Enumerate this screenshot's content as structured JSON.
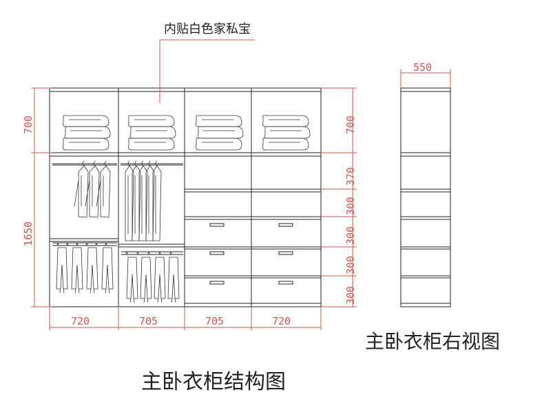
{
  "annotation": "内贴白色家私宝",
  "main_title": "主卧衣柜结构图",
  "side_title": "主卧衣柜右视图",
  "side_width": "550",
  "left_heights": [
    "700",
    "1650"
  ],
  "right_heights": [
    "700",
    "370",
    "300",
    "300",
    "300",
    "300"
  ],
  "bottom_widths": [
    "720",
    "705",
    "705",
    "720"
  ],
  "colors": {
    "line": "#222222",
    "dimension": "#d9534f"
  }
}
